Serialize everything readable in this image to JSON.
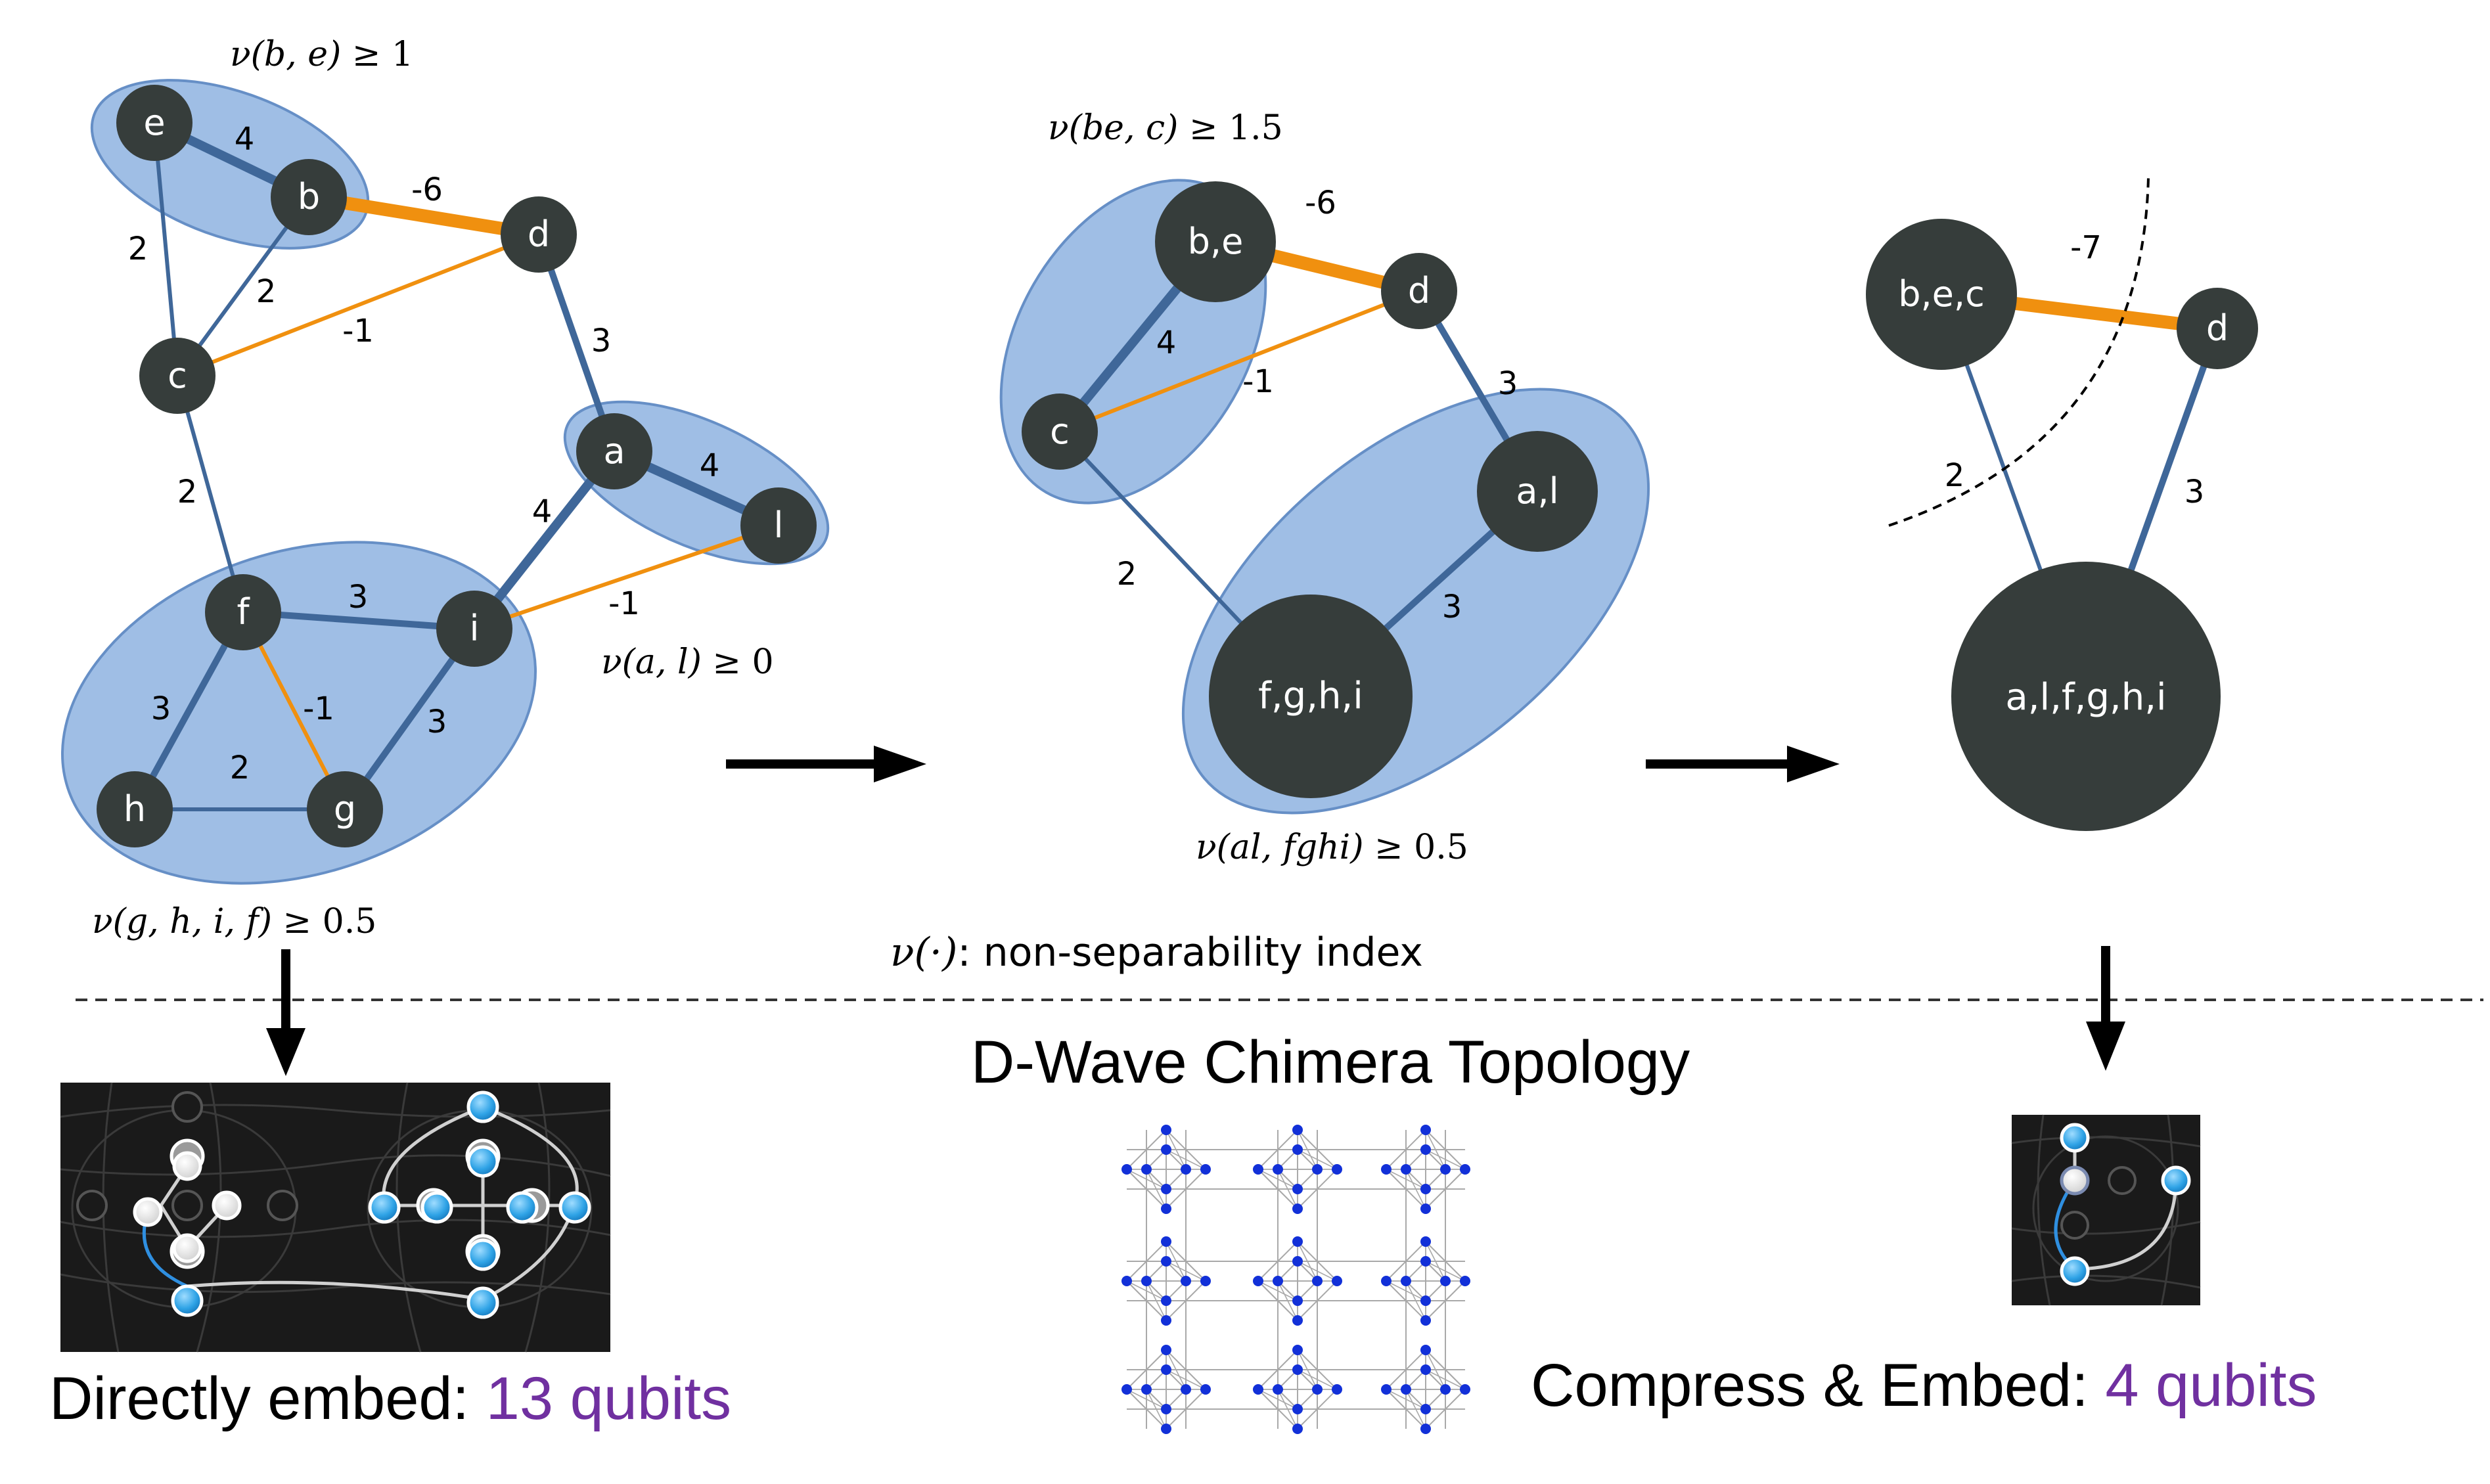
{
  "colors": {
    "node": "#363d3b",
    "node_text": "#ffffff",
    "positive_edge": "#3f6799",
    "negative_edge": "#f0900f",
    "cluster_fill": "#97b9e3",
    "cluster_stroke": "#5a86c2",
    "arrow": "#000000",
    "qubit_highlight": "#7030a0",
    "embed_bg": "#1a1a1a",
    "qubit_blue": "#2fa3e6",
    "chimera_node": "#1230d8",
    "chimera_line": "#a9a9a9"
  },
  "graph1": {
    "nodes": {
      "e": "e",
      "b": "b",
      "d": "d",
      "c": "c",
      "a": "a",
      "l": "l",
      "f": "f",
      "i": "i",
      "h": "h",
      "g": "g"
    },
    "edge_weights": {
      "eb": "4",
      "bd": "-6",
      "ec": "2",
      "bc": "2",
      "cd": "-1",
      "da": "3",
      "al": "4",
      "cf": "2",
      "ai": "4",
      "li": "-1",
      "fi": "3",
      "fh": "3",
      "fg": "-1",
      "ig": "3",
      "hg": "2"
    },
    "labels": {
      "be_prefix": "ν(b, e) ≥ ",
      "be_value": "1",
      "al_prefix": "ν(a, l) ≥ ",
      "al_value": "0",
      "ghif_prefix": "ν(g, h, i, f) ≥ ",
      "ghif_value": "0.5"
    }
  },
  "graph2": {
    "nodes": {
      "be": "b,e",
      "d": "d",
      "c": "c",
      "al": "a,l",
      "fghi": "f,g,h,i"
    },
    "edge_weights": {
      "be_d": "-6",
      "be_c": "4",
      "c_d": "-1",
      "d_al": "3",
      "c_fghi": "2",
      "al_fghi": "3"
    },
    "labels": {
      "bec_prefix": "ν(be, c) ≥ ",
      "bec_value": "1.5",
      "alfghi_prefix": "ν(al, fghi) ≥ ",
      "alfghi_value": "0.5"
    }
  },
  "graph3": {
    "nodes": {
      "bec": "b,e,c",
      "d": "d",
      "alfghi": "a,l,f,g,h,i"
    },
    "edge_weights": {
      "bec_d": "-7",
      "bec_big": "2",
      "d_big": "3"
    }
  },
  "legend": {
    "nu_symbol": "ν(·)",
    "nu_text": ": non-separability index"
  },
  "bottom": {
    "chimera_title": "D-Wave Chimera Topology",
    "direct_label": "Directly embed: ",
    "direct_count": "13 qubits",
    "compress_label": "Compress & Embed: ",
    "compress_count": "4 qubits"
  }
}
